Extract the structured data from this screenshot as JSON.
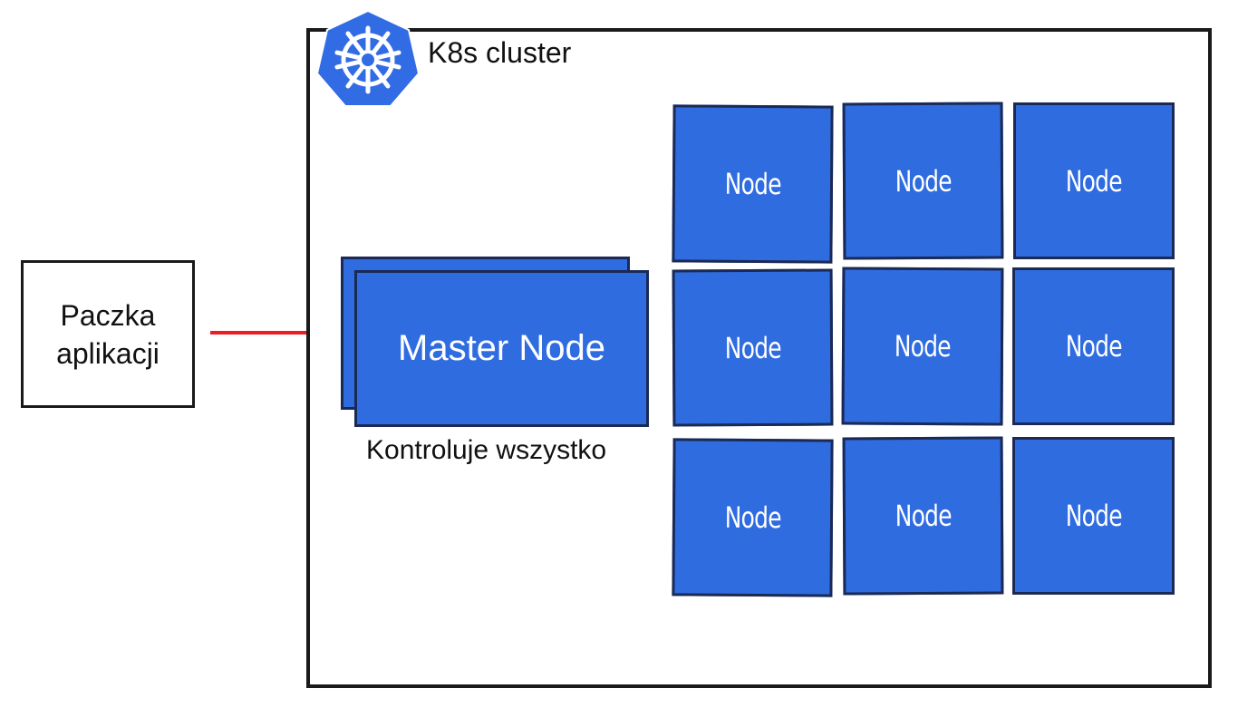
{
  "package": {
    "lines": [
      "Paczka",
      "aplikacji"
    ]
  },
  "cluster": {
    "title": "K8s cluster",
    "logo_icon": "kubernetes-helm-icon",
    "logo_color": "#326ce5"
  },
  "master": {
    "label": "Master Node",
    "caption": "Kontroluje wszystko"
  },
  "nodes": [
    {
      "label": "Node"
    },
    {
      "label": "Node"
    },
    {
      "label": "Node"
    },
    {
      "label": "Node"
    },
    {
      "label": "Node"
    },
    {
      "label": "Node"
    },
    {
      "label": "Node"
    },
    {
      "label": "Node"
    },
    {
      "label": "Node"
    }
  ],
  "colors": {
    "node_fill": "#2f6ce0",
    "node_border": "#1b2a55",
    "arrow": "#ee1c24"
  }
}
